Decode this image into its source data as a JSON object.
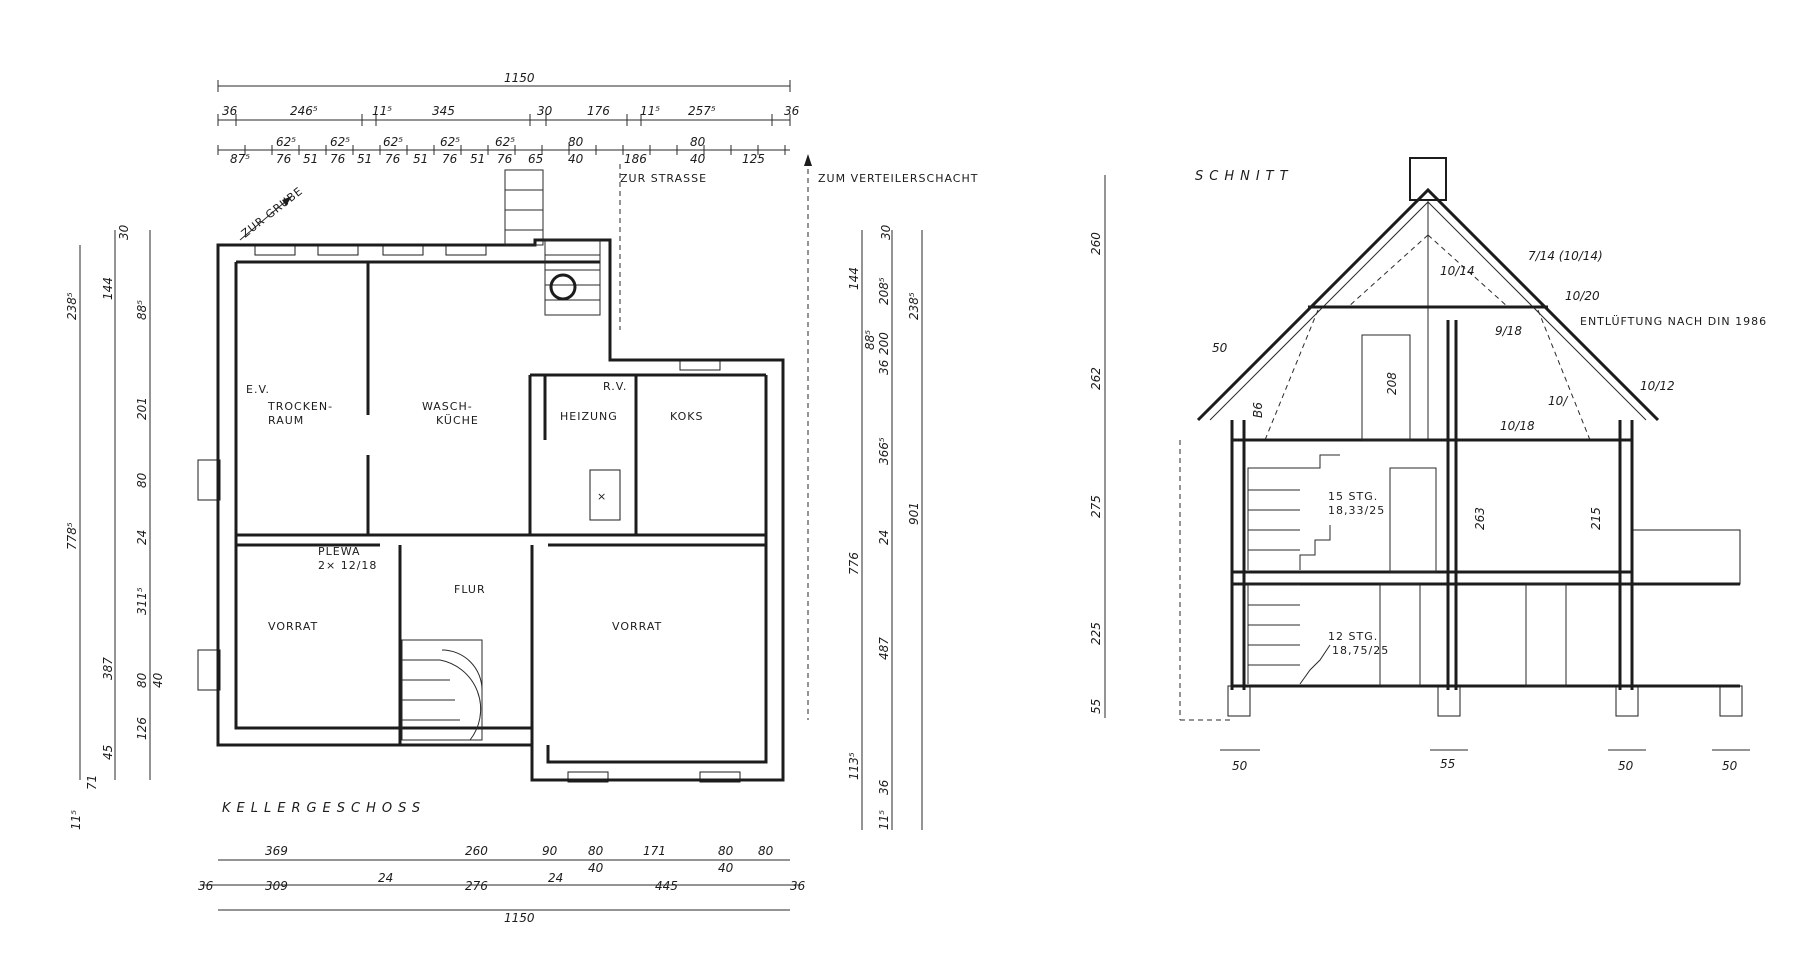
{
  "plan": {
    "title": "KELLERGESCHOSS",
    "rooms": {
      "trocken": "TROCKEN-",
      "raum": "RAUM",
      "wasch": "WASCH-",
      "kueche": "KÜCHE",
      "heizung": "HEIZUNG",
      "koks": "KOKS",
      "vorrat_left": "VORRAT",
      "vorrat_right": "VORRAT",
      "flur": "FLUR",
      "plewa": "PLEWA",
      "plewa_size": "2× 12/18",
      "ev": "E.V.",
      "rv": "R.V."
    },
    "annotations": {
      "zur_grube": "ZUR GRUBE",
      "zum_verteilerschacht": "ZUM VERTEILERSCHACHT",
      "zur_strasse": "ZUR STRASSE"
    },
    "dims_top": {
      "total": "1150",
      "row1": [
        "36",
        "246⁵",
        "11⁵",
        "345",
        "30",
        "176",
        "11⁵",
        "257⁵",
        "36"
      ],
      "row2": [
        "87⁵",
        "62⁵",
        "76",
        "51",
        "62⁵",
        "76",
        "51",
        "62⁵",
        "76",
        "51",
        "62⁵",
        "76",
        "51",
        "62⁵",
        "76",
        "65",
        "80",
        "40",
        "186",
        "80",
        "40",
        "125"
      ]
    },
    "dims_bottom": {
      "total": "1150",
      "row1": [
        "369",
        "260",
        "90",
        "80",
        "40",
        "171",
        "80",
        "40",
        "80"
      ],
      "row2": [
        "36",
        "309",
        "24",
        "276",
        "24",
        "445",
        "36"
      ]
    },
    "dims_left": [
      "30",
      "238⁵",
      "144",
      "201",
      "88⁵",
      "24",
      "80",
      "778⁵",
      "311⁵",
      "387",
      "80",
      "40",
      "126",
      "45",
      "71",
      "11⁵"
    ],
    "dims_right": [
      "30",
      "144",
      "208⁵",
      "238⁵",
      "88⁵",
      "200",
      "36",
      "366⁵",
      "24",
      "901",
      "776",
      "487",
      "113⁵",
      "36",
      "11⁵"
    ]
  },
  "section": {
    "title": "SCHNITT",
    "notes": {
      "rafter": "7/14 (10/14)",
      "collar": "10/20",
      "beam": "10/14",
      "ventilation": "ENTLÜFTUNG NACH DIN 1986",
      "post": "9/18",
      "eaves": "10/12",
      "small1": "10/",
      "small2": "10/18",
      "b6": "B6",
      "stair_upper": "15 STG.",
      "stair_upper_size": "18,33/25",
      "stair_lower": "12 STG.",
      "stair_lower_size": "18,75/25",
      "h_upper": "263",
      "h_mid": "208",
      "h_door": "215",
      "w50": "50"
    },
    "dims_vertical": [
      "260",
      "262",
      "275",
      "225",
      "55"
    ],
    "dims_bottom": [
      "50",
      "55",
      "50",
      "50"
    ]
  }
}
